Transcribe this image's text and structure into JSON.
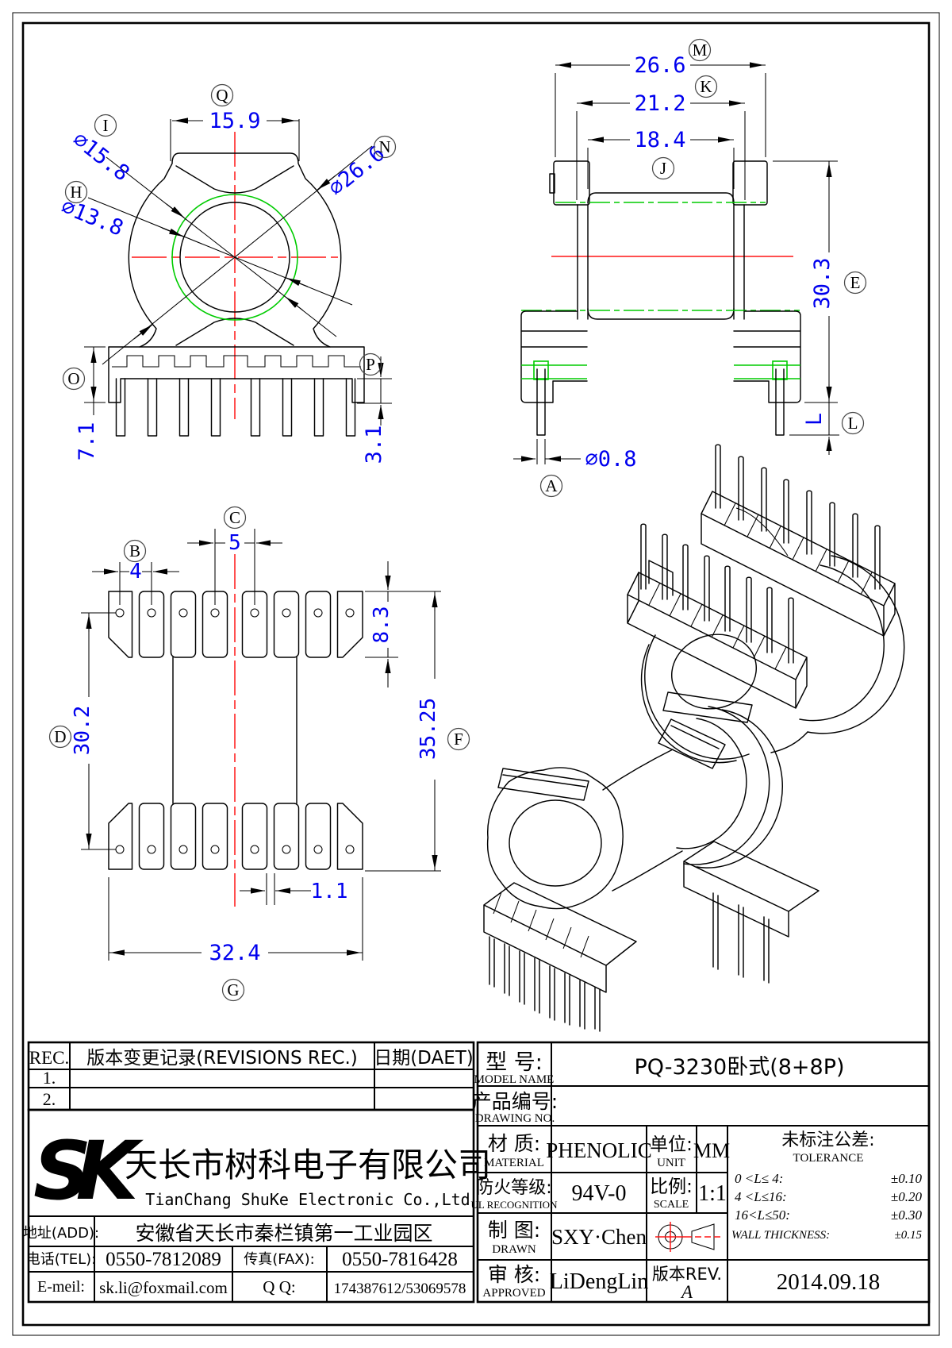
{
  "callouts": {
    "a": "A",
    "b": "B",
    "c": "C",
    "d": "D",
    "e": "E",
    "f": "F",
    "g": "G",
    "h": "H",
    "i": "I",
    "j": "J",
    "k": "K",
    "l": "L",
    "m": "M",
    "n": "N",
    "o": "O",
    "p": "P",
    "q": "Q"
  },
  "front_view": {
    "width_top": "15.9",
    "dia_green": "∅15.8",
    "dia_bore": "∅13.8",
    "dia_outer": "∅26.6",
    "base_h": "7.1",
    "socket_h": "3.1"
  },
  "side_view": {
    "overall": "26.6",
    "flange_out": "21.2",
    "flange_in": "18.4",
    "height": "30.3",
    "pin_len": "L",
    "pin_dia": "∅0.8"
  },
  "top_view": {
    "pitch_center": "5",
    "pitch": "4",
    "pad_h": "8.3",
    "row_span": "30.2",
    "overall_h": "35.25",
    "pad_gap": "1.1",
    "overall_w": "32.4"
  },
  "revisions": {
    "col_rec": "REC.",
    "col_desc": "版本变更记录(REVISIONS REC.)",
    "col_date": "日期(DAET)",
    "row1": "1.",
    "row2": "2."
  },
  "company": {
    "logo": "SK",
    "name_cn": "天长市树科电子有限公司",
    "name_en": "TianChang ShuKe Electronic Co.,Ltd",
    "addr_label": "地址(ADD):",
    "addr": "安徽省天长市秦栏镇第一工业园区",
    "tel_label": "电话(TEL):",
    "tel": "0550-7812089",
    "fax_label": "传真(FAX):",
    "fax": "0550-7816428",
    "email_label": "E-meil:",
    "email": "sk.li@foxmail.com",
    "qq_label": "Q Q:",
    "qq": "174387612/53069578"
  },
  "titleblock": {
    "model": {
      "cn": "型  号:",
      "en": "MODEL NAME",
      "value": "PQ-3230卧式(8+8P)"
    },
    "drawing_no": {
      "cn": "产品编号:",
      "en": "DRAWING NO.",
      "value": ""
    },
    "material": {
      "cn": "材  质:",
      "en": "MATERIAL",
      "value": "PHENOLIC"
    },
    "unit": {
      "cn": "单位:",
      "en": "UNIT",
      "value": "MM"
    },
    "fire": {
      "cn": "防火等级:",
      "en": "UL RECOGNITION",
      "value": "94V-0"
    },
    "scale": {
      "cn": "比例:",
      "en": "SCALE",
      "value": "1:1"
    },
    "drawn": {
      "cn": "制  图:",
      "en": "DRAWN",
      "value": "SXY·Chen"
    },
    "approved": {
      "cn": "审  核:",
      "en": "APPROVED",
      "value": "LiDengLin"
    },
    "rev": {
      "label": "版本REV.",
      "value": "A"
    },
    "date": "2014.09.18",
    "tolerance": {
      "cn": "未标注公差:",
      "en": "TOLERANCE",
      "rows": [
        {
          "range": "0 <L≤ 4:",
          "value": "±0.10"
        },
        {
          "range": "4 <L≤16:",
          "value": "±0.20"
        },
        {
          "range": "16<L≤50:",
          "value": "±0.30"
        },
        {
          "range": "WALL THICKNESS:",
          "value": "±0.15"
        }
      ]
    }
  }
}
